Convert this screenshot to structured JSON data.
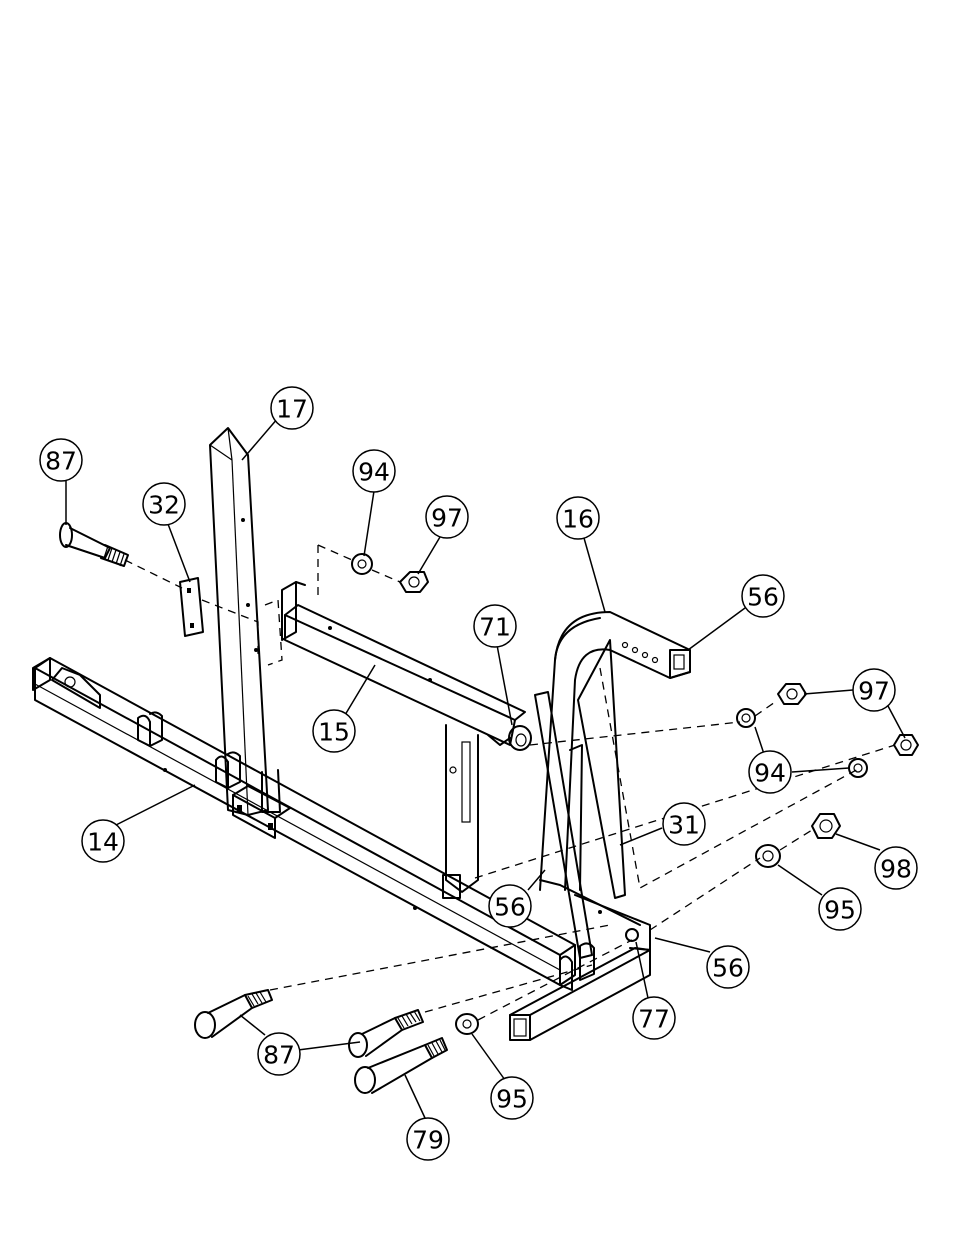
{
  "labels": {
    "p17": "17",
    "p87_top": "87",
    "p32": "32",
    "p94_top": "94",
    "p97_top": "97",
    "p16": "16",
    "p56_top": "56",
    "p71": "71",
    "p15": "15",
    "p97_right": "97",
    "p94_right": "94",
    "p14": "14",
    "p31": "31",
    "p98": "98",
    "p95_right": "95",
    "p56_mid": "56",
    "p56_low": "56",
    "p77": "77",
    "p87_bottom": "87",
    "p95_bottom": "95",
    "p79": "79"
  }
}
